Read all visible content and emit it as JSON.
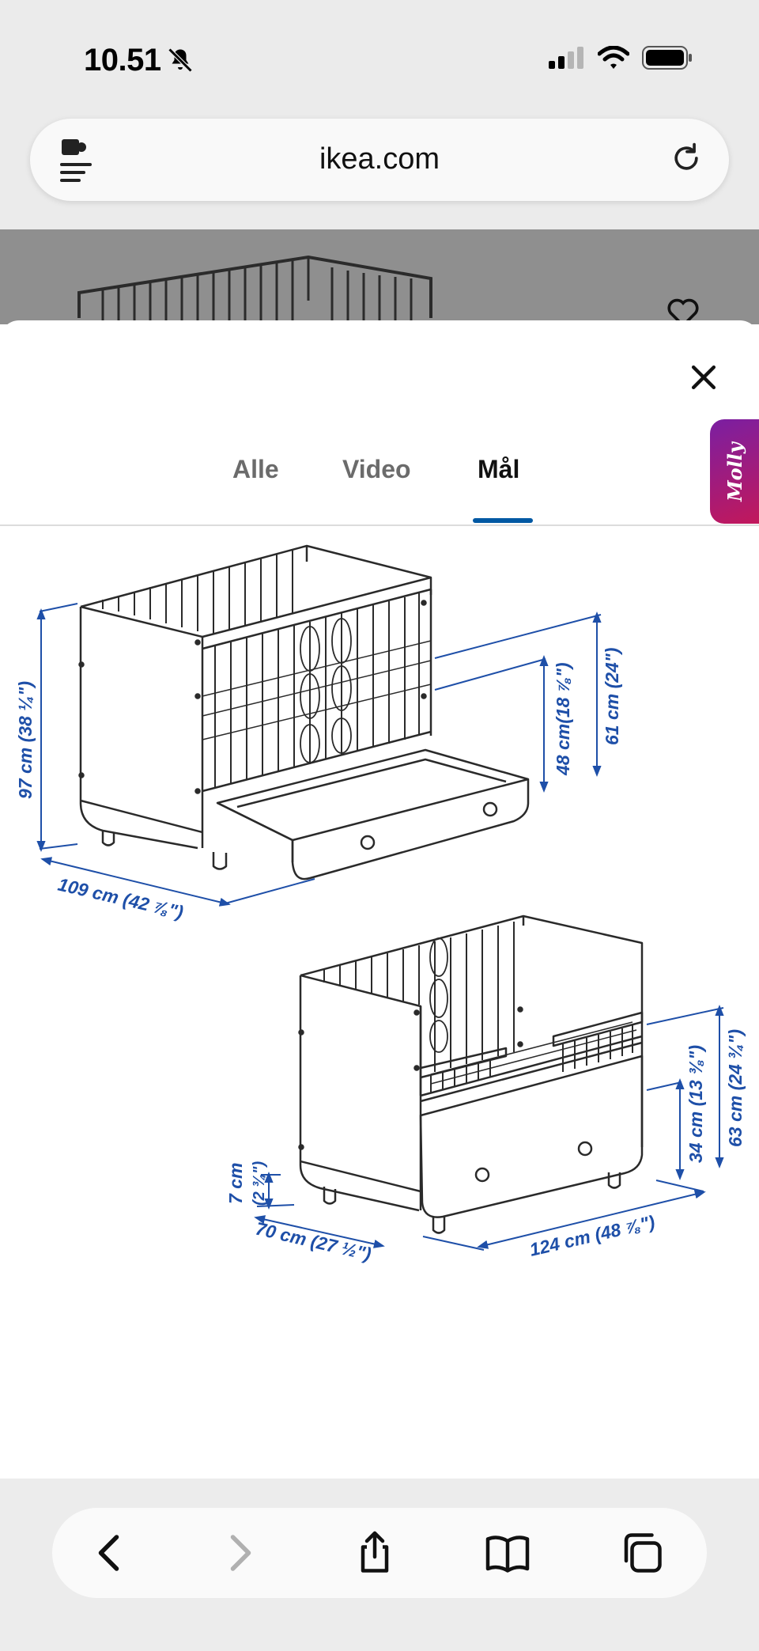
{
  "status_bar": {
    "time": "10.51",
    "icons": [
      "bell-slash-icon",
      "cellular-signal-icon",
      "wifi-icon",
      "battery-icon"
    ]
  },
  "browser": {
    "url": "ikea.com",
    "left_icon": "extension-menu-icon",
    "right_icon": "reload-icon"
  },
  "modal": {
    "tabs": [
      {
        "label": "Alle",
        "active": false
      },
      {
        "label": "Video",
        "active": false
      },
      {
        "label": "Mål",
        "active": true
      }
    ],
    "chat_label": "Molly"
  },
  "dimensions": {
    "crib_height": "97 cm (38 ¼\")",
    "crib_width": "109 cm (42 ⅞\")",
    "drawer_height": "48 cm(18 ⅞\")",
    "side_height": "61 cm (24\")",
    "bed_length": "124 cm (48 ⅞\")",
    "bed_depth": "70 cm (27 ½\")",
    "leg_height_cm": "7 cm",
    "leg_height_in": "(2 ¾\")",
    "rail_height": "34 cm (13 ⅜\")",
    "bed_height": "63 cm (24 ¾\")"
  },
  "colors": {
    "accent": "#0058a3",
    "dimension": "#1e4fa8",
    "chat_gradient_start": "#7a1fa2",
    "chat_gradient_end": "#c2185b"
  },
  "toolbar": {
    "items": [
      "back-icon",
      "forward-icon",
      "share-icon",
      "bookmarks-icon",
      "tabs-icon"
    ]
  }
}
